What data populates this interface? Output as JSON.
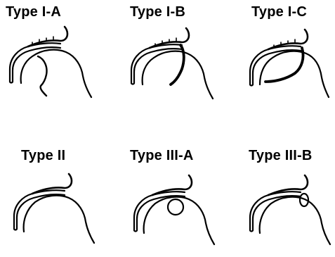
{
  "panels": [
    {
      "label": "Type I-A"
    },
    {
      "label": "Type I-B"
    },
    {
      "label": "Type I-C"
    },
    {
      "label": "Type II"
    },
    {
      "label": "Type III-A"
    },
    {
      "label": "Type III-B"
    }
  ]
}
